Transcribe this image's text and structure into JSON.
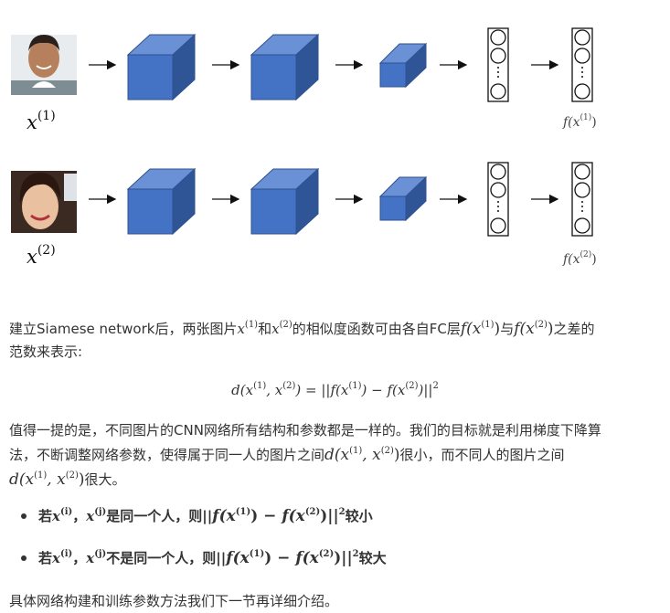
{
  "figure": {
    "row1": {
      "input_label_var": "x",
      "input_label_sup": "(1)",
      "output_label": "f(x",
      "output_label_sup": "(1)",
      "output_close": ")"
    },
    "row2": {
      "input_label_var": "x",
      "input_label_sup": "(2)",
      "output_label": "f(x",
      "output_label_sup": "(2)",
      "output_close": ")"
    },
    "colors": {
      "cube_front": "#4472C4",
      "cube_top": "#6A90D6",
      "cube_side": "#2F5597",
      "cube_edge": "#2F528F"
    }
  },
  "para1": {
    "t1": "建立Siamese network后，两张图片",
    "x1": "x",
    "s1": "(1)",
    "t2": "和",
    "x2": "x",
    "s2": "(2)",
    "t3": "的相似度函数可由各自FC层",
    "f1": "f(x",
    "fs1": "(1)",
    "fc1": ")",
    "t4": "与",
    "f2": "f(x",
    "fs2": "(2)",
    "fc2": ")",
    "t5": "之差的",
    "line2": "范数来表示:"
  },
  "equation": {
    "lhs_a": "d(x",
    "lhs_s1": "(1)",
    "lhs_b": ", x",
    "lhs_s2": "(2)",
    "lhs_c": ") = ||f(x",
    "rhs_s1": "(1)",
    "rhs_b": ") − f(x",
    "rhs_s2": "(2)",
    "rhs_c": ")||",
    "power": "2"
  },
  "para2": {
    "line1": "值得一提的是，不同图片的CNN网络所有结构和参数都是一样的。我们的目标就是利用梯度下降算",
    "l2a": "法，不断调整网络参数，使得属于同一人的图片之间",
    "l2d": "d(x",
    "l2s1": "(1)",
    "l2m": ", x",
    "l2s2": "(2)",
    "l2c": ")",
    "l2b": "很小，而不同人的图片之间",
    "l3d": "d(x",
    "l3s1": "(1)",
    "l3m": ", x",
    "l3s2": "(2)",
    "l3c": ")",
    "l3b": "很大。"
  },
  "bullets": [
    {
      "pre": "若",
      "xi": "x",
      "si": "(i)",
      "comma": "，",
      "xj": "x",
      "sj": "(j)",
      "mid": "是同一个人，则||",
      "f1": "f(x",
      "fs1": "(1)",
      "minus": ") − ",
      "f2": "f(x",
      "fs2": "(2)",
      "close": ")||",
      "pow": "2",
      "post": "较小"
    },
    {
      "pre": "若",
      "xi": "x",
      "si": "(i)",
      "comma": "，",
      "xj": "x",
      "sj": "(j)",
      "mid": "不是同一个人，则||",
      "f1": "f(x",
      "fs1": "(1)",
      "minus": ") − ",
      "f2": "f(x",
      "fs2": "(2)",
      "close": ")||",
      "pow": "2",
      "post": "较大"
    }
  ],
  "footer": "具体网络构建和训练参数方法我们下一节再详细介绍。"
}
